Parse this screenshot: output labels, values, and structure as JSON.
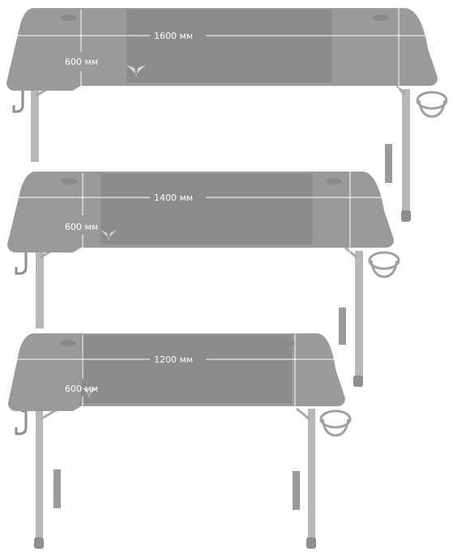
{
  "colors": {
    "desk_top": "#9a9a9a",
    "desk_edge": "#7e7e7e",
    "mouse_pad": "#8c8c8c",
    "metal": "#b7b7b7",
    "metal_dark": "#8e8e8e",
    "measure_line": "#ffffff",
    "label_text": "#ffffff"
  },
  "desks": [
    {
      "name": "desk-1600",
      "width_label": "1600 мм",
      "depth_label": "600 мм"
    },
    {
      "name": "desk-1400",
      "width_label": "1400 мм",
      "depth_label": "600 мм"
    },
    {
      "name": "desk-1200",
      "width_label": "1200 мм",
      "depth_label": "600 мм"
    }
  ]
}
